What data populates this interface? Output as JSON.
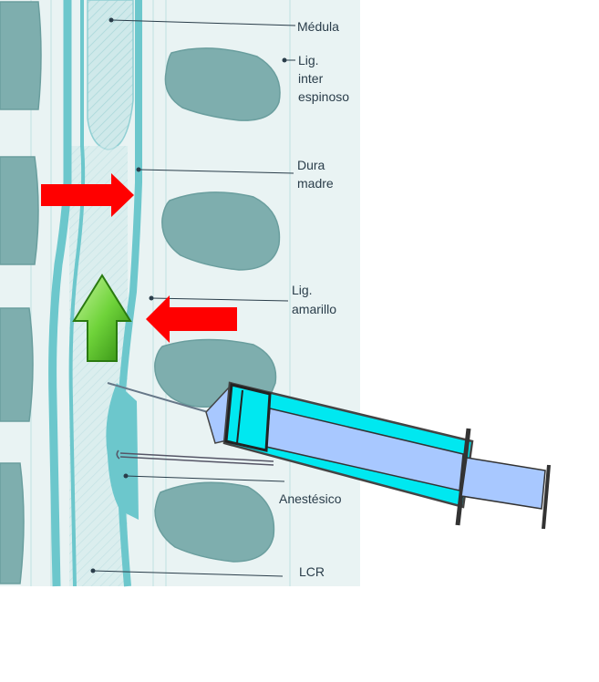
{
  "labels": {
    "medula": "Médula",
    "lig_inter_1": "Lig.",
    "lig_inter_2": "inter",
    "lig_inter_3": "espinoso",
    "dura_1": "Dura",
    "dura_2": "madre",
    "lig_amarillo_1": "Lig.",
    "lig_amarillo_2": "amarillo",
    "anestesico": "Anestésico",
    "lcr": "LCR"
  },
  "colors": {
    "tissue": "#e9f3f3",
    "vertebra": "#7eaeae",
    "canal": "#6cc7cc",
    "canal_line": "#4aa9b0",
    "red_arrow": "#ff0000",
    "green_arrow": "#3a9a1a",
    "syringe_cyan": "#00e8f0",
    "syringe_light": "#a8c8ff",
    "leader": "#2a3d4a"
  }
}
